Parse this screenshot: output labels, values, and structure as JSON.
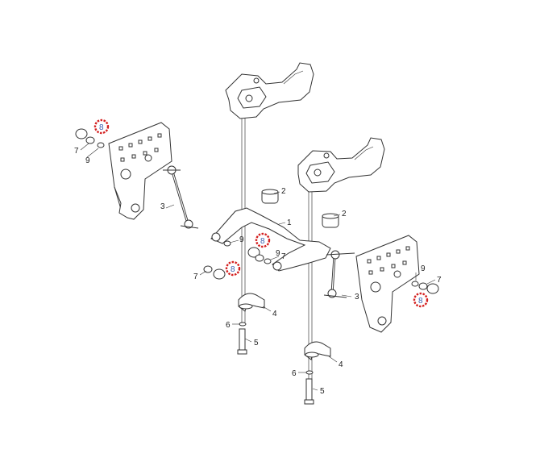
{
  "diagram": {
    "highlight_color": "#d42020",
    "labels": {
      "l1": "1",
      "l2a": "2",
      "l2b": "2",
      "l3a": "3",
      "l3b": "3",
      "l4a": "4",
      "l4b": "4",
      "l5a": "5",
      "l5b": "5",
      "l6a": "6",
      "l6b": "6",
      "l7a": "7",
      "l7b": "7",
      "l7c": "7",
      "l7d": "7",
      "l9a": "9",
      "l9b": "9",
      "l9c": "9",
      "l9d": "9",
      "l8a": "8",
      "l8b": "8",
      "l8c": "8",
      "l8d": "8"
    }
  }
}
